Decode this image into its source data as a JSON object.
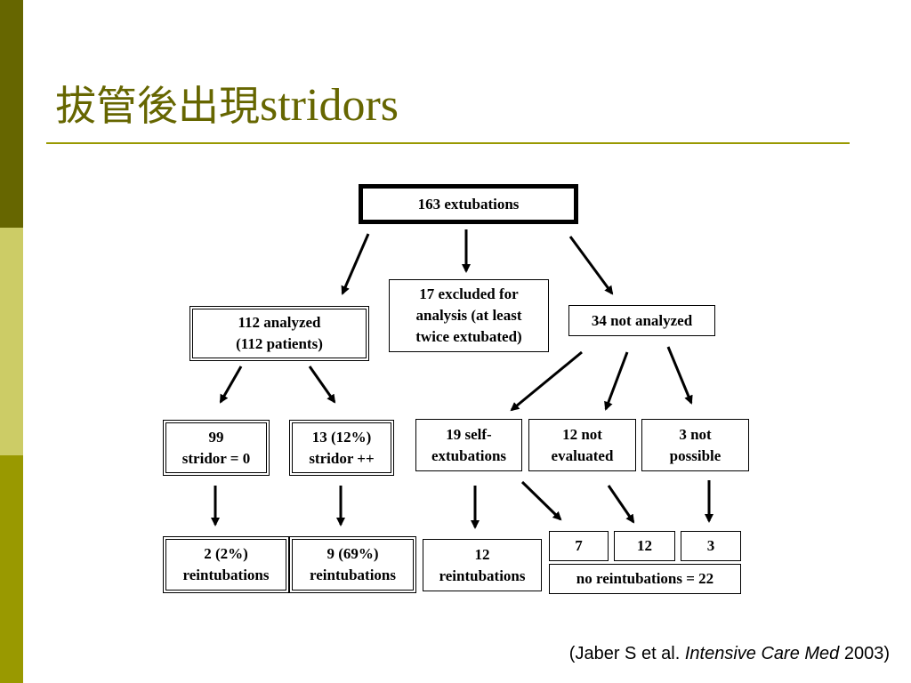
{
  "slide": {
    "title_cjk": "拔管後出現",
    "title_latin": "stridors"
  },
  "flow": {
    "root": "163 extubations",
    "analyzed": [
      "112 analyzed",
      "(112 patients)"
    ],
    "excluded": [
      "17 excluded for",
      "analysis (at least",
      "twice extubated)"
    ],
    "not_analyzed": "34 not analyzed",
    "stridor0": [
      "99",
      "stridor = 0"
    ],
    "stridor_pp": [
      "13 (12%)",
      "stridor ++"
    ],
    "self_ext": [
      "19 self-",
      "extubations"
    ],
    "not_eval": [
      "12 not",
      "evaluated"
    ],
    "not_possible": [
      "3 not",
      "possible"
    ],
    "reint_2": [
      "2 (2%)",
      "reintubations"
    ],
    "reint_9": [
      "9 (69%)",
      "reintubations"
    ],
    "reint_12": [
      "12",
      "reintubations"
    ],
    "n7": "7",
    "n12": "12",
    "n3": "3",
    "no_reint": "no reintubations = 22"
  },
  "citation": {
    "prefix": "(Jaber S et al. ",
    "journal": "Intensive Care Med",
    "suffix": " 2003)"
  },
  "colors": {
    "bar_dark": "#666600",
    "bar_light": "#cccc66",
    "bar_mid": "#999900",
    "title": "#666600"
  }
}
